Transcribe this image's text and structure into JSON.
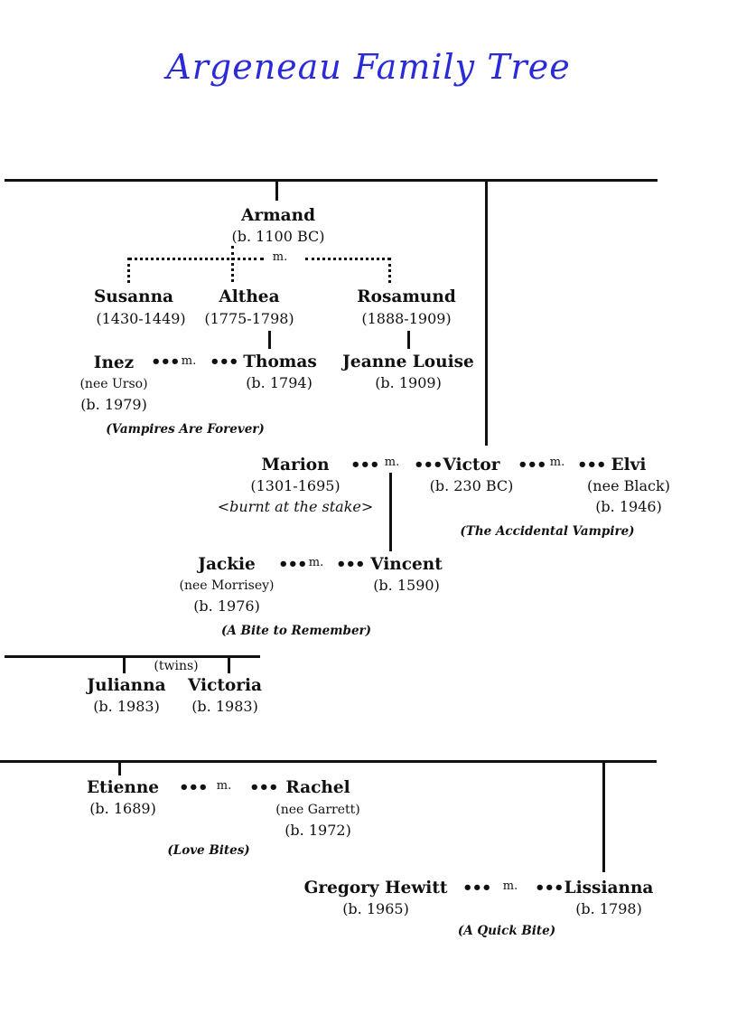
{
  "title": "Argeneau Family Tree",
  "marriage_label": "m.",
  "twins_label": "(twins)",
  "people": {
    "armand": {
      "name": "Armand",
      "dates": "(b. 1100 BC)"
    },
    "susanna": {
      "name": "Susanna",
      "dates": "(1430-1449)"
    },
    "althea": {
      "name": "Althea",
      "dates": "(1775-1798)"
    },
    "rosamund": {
      "name": "Rosamund",
      "dates": "(1888-1909)"
    },
    "inez": {
      "name": "Inez",
      "maiden": "(nee Urso)",
      "dates": "(b. 1979)"
    },
    "thomas": {
      "name": "Thomas",
      "dates": "(b. 1794)"
    },
    "jeanne_louise": {
      "name": "Jeanne Louise",
      "dates": "(b. 1909)"
    },
    "marion": {
      "name": "Marion",
      "dates": "(1301-1695)",
      "note": "<burnt at the stake>"
    },
    "victor": {
      "name": "Victor",
      "dates": "(b. 230 BC)"
    },
    "elvi": {
      "name": "Elvi",
      "maiden": "(nee Black)",
      "dates": "(b. 1946)"
    },
    "jackie": {
      "name": "Jackie",
      "maiden": "(nee Morrisey)",
      "dates": "(b. 1976)"
    },
    "vincent": {
      "name": "Vincent",
      "dates": "(b. 1590)"
    },
    "julianna": {
      "name": "Julianna",
      "dates": "(b. 1983)"
    },
    "victoria": {
      "name": "Victoria",
      "dates": "(b. 1983)"
    },
    "etienne": {
      "name": "Etienne",
      "dates": "(b. 1689)"
    },
    "rachel": {
      "name": "Rachel",
      "maiden": "(nee Garrett)",
      "dates": "(b. 1972)"
    },
    "gregory": {
      "name": "Gregory Hewitt",
      "dates": "(b. 1965)"
    },
    "lissianna": {
      "name": "Lissianna",
      "dates": "(b. 1798)"
    }
  },
  "books": {
    "vampires_forever": "(Vampires Are Forever)",
    "accidental_vampire": "(The Accidental Vampire)",
    "bite_to_remember": "(A Bite to Remember)",
    "love_bites": "(Love Bites)",
    "quick_bite": "(A Quick Bite)"
  }
}
